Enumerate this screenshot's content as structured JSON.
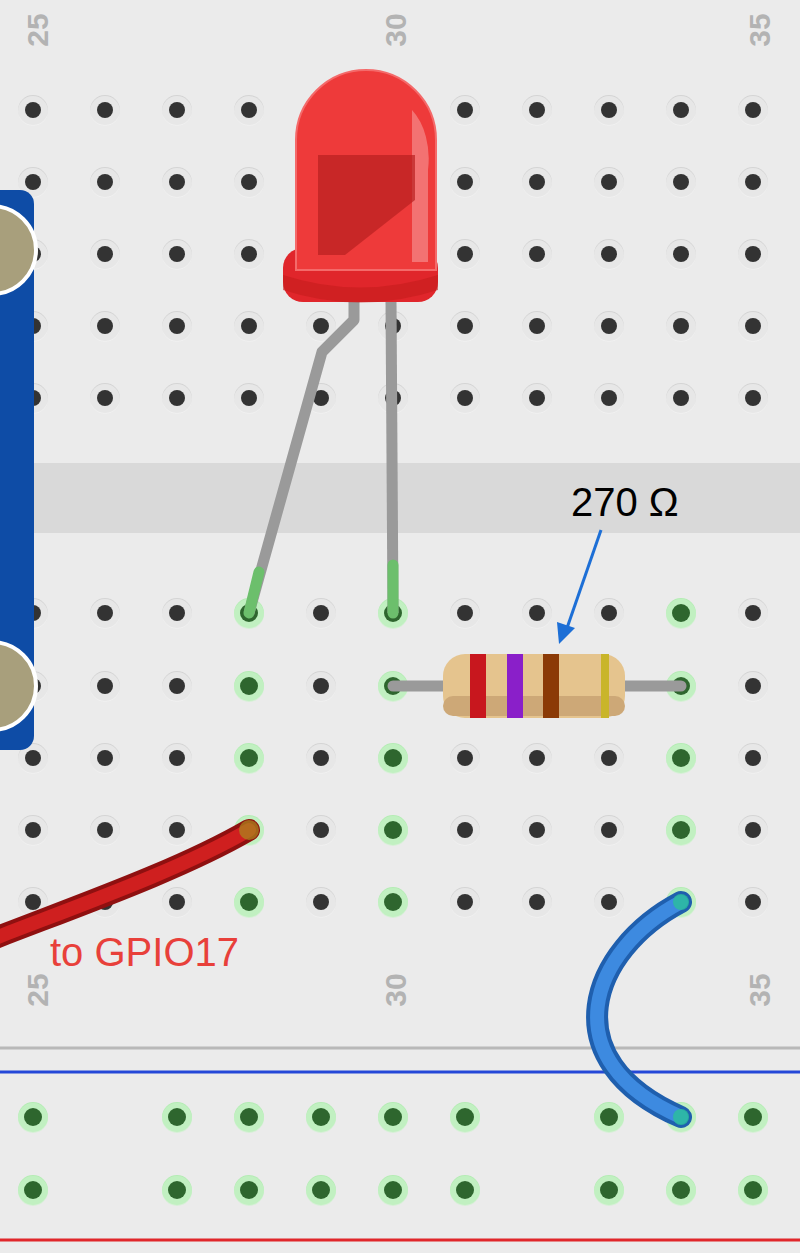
{
  "diagram": {
    "labels": [
      "25",
      "30",
      "35",
      "270 Ω",
      "to GPIO17",
      "25",
      "30",
      "35"
    ]
  }
}
